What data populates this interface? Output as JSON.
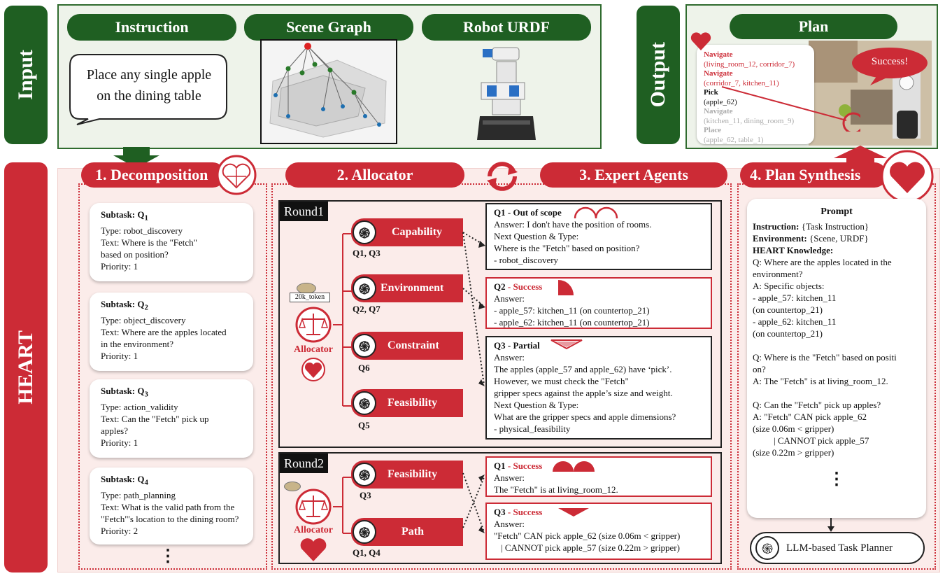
{
  "input": {
    "tab_label": "Input",
    "instruction_title": "Instruction",
    "instruction_text": "Place any single apple on the dining table",
    "scene_graph_title": "Scene Graph",
    "robot_urdf_title": "Robot URDF"
  },
  "output": {
    "tab_label": "Output",
    "plan_title": "Plan",
    "plan_steps": [
      {
        "action": "Navigate",
        "args": "(living_room_12, corridor_7)",
        "state": "done"
      },
      {
        "action": "Navigate",
        "args": "(corridor_7, kitchen_11)",
        "state": "done"
      },
      {
        "action": "Pick",
        "args": "(apple_62)",
        "state": "current"
      },
      {
        "action": "Navigate",
        "args": "(kitchen_11, dining_room_9)",
        "state": "pending"
      },
      {
        "action": "Place",
        "args": "(apple_62, table_1)",
        "state": "pending"
      }
    ],
    "success_bubble": "Success!"
  },
  "heart": {
    "tab_label": "HEART",
    "sections": {
      "decomposition": "1. Decomposition",
      "allocator": "2. Allocator",
      "expert_agents": "3. Expert Agents",
      "plan_synthesis": "4. Plan Synthesis"
    }
  },
  "subtasks": [
    {
      "title": "Subtask: Q",
      "sub": "1",
      "type": "Type: robot_discovery",
      "text1": "Text: Where is the \"Fetch\"",
      "text2": "based on position?",
      "priority": "Priority: 1"
    },
    {
      "title": "Subtask: Q",
      "sub": "2",
      "type": "Type: object_discovery",
      "text1": "Text: Where are the apples located",
      "text2": "in the environment?",
      "priority": "Priority: 1"
    },
    {
      "title": "Subtask: Q",
      "sub": "3",
      "type": "Type: action_validity",
      "text1": "Text: Can the \"Fetch\" pick up",
      "text2": "apples?",
      "priority": "Priority: 1"
    },
    {
      "title": "Subtask: Q",
      "sub": "4",
      "type": "Type: path_planning",
      "text1": "Text: What is the valid path from the",
      "text2": "\"Fetch\"'s location to the dining room?",
      "priority": "Priority: 2"
    }
  ],
  "ellipsis": "⋮",
  "round1": {
    "label": "Round1",
    "token_label": "20k_token",
    "allocator_label": "Allocator",
    "agents": [
      {
        "name": "Capability",
        "queries": "Q1, Q3"
      },
      {
        "name": "Environment",
        "queries": "Q2, Q7"
      },
      {
        "name": "Constraint",
        "queries": "Q6"
      },
      {
        "name": "Feasibility",
        "queries": "Q5"
      }
    ],
    "responses": {
      "q1": {
        "id": "Q1",
        "sep": " - ",
        "status": "Out of scope",
        "lines": [
          "Answer: I don't have the position of rooms.",
          "Next Question & Type:",
          "Where is the \"Fetch\" based on position?",
          "- robot_discovery"
        ]
      },
      "q2": {
        "id": "Q2",
        "sep": " - ",
        "status": "Success",
        "lines": [
          "Answer:",
          "- apple_57: kitchen_11 (on countertop_21)",
          "- apple_62: kitchen_11 (on countertop_21)"
        ]
      },
      "q3": {
        "id": "Q3",
        "sep": " - ",
        "status": "Partial",
        "lines": [
          "Answer:",
          "The apples (apple_57 and apple_62) have ‘pick’.",
          "However, we must check the \"Fetch\"",
          "gripper specs against the apple’s size and weight.",
          "Next Question & Type:",
          "What are the gripper specs and apple dimensions?",
          "- physical_feasibility"
        ]
      }
    }
  },
  "round2": {
    "label": "Round2",
    "allocator_label": "Allocator",
    "agents": [
      {
        "name": "Feasibility",
        "queries": "Q3"
      },
      {
        "name": "Path",
        "queries": "Q1, Q4"
      }
    ],
    "responses": {
      "q1": {
        "id": "Q1",
        "sep": " - ",
        "status": "Success",
        "lines": [
          "Answer:",
          "The \"Fetch\" is at living_room_12."
        ]
      },
      "q3": {
        "id": "Q3",
        "sep": " - ",
        "status": "Success",
        "lines": [
          "Answer:",
          "\"Fetch\" CAN pick apple_62 (size 0.06m < gripper)",
          "| CANNOT pick apple_57 (size 0.22m > gripper)"
        ]
      }
    }
  },
  "prompt": {
    "title": "Prompt",
    "instruction_label": "Instruction:",
    "instruction_value": " {Task Instruction}",
    "environment_label": "Environment:",
    "environment_value": " {Scene, URDF}",
    "knowledge_label": "HEART Knowledge:",
    "qa1": [
      "Q: Where are the apples located in the",
      "environment?",
      "A: Specific objects:",
      "-     apple_57: kitchen_11",
      "(on countertop_21)",
      "-     apple_62: kitchen_11",
      "(on countertop_21)"
    ],
    "qa2": [
      "Q: Where is the \"Fetch\" based on positi",
      "on?",
      "A: The \"Fetch\" is at living_room_12."
    ],
    "qa3": [
      "Q: Can the \"Fetch\" pick up apples?",
      "A: \"Fetch\" CAN pick apple_62",
      "(size 0.06m < gripper)",
      "| CANNOT pick apple_57",
      "(size 0.22m > gripper)"
    ],
    "planner_label": "LLM-based Task Planner"
  },
  "colors": {
    "green": "#1f5f22",
    "red": "#cc2b36",
    "pink_bg": "#fbecea"
  }
}
